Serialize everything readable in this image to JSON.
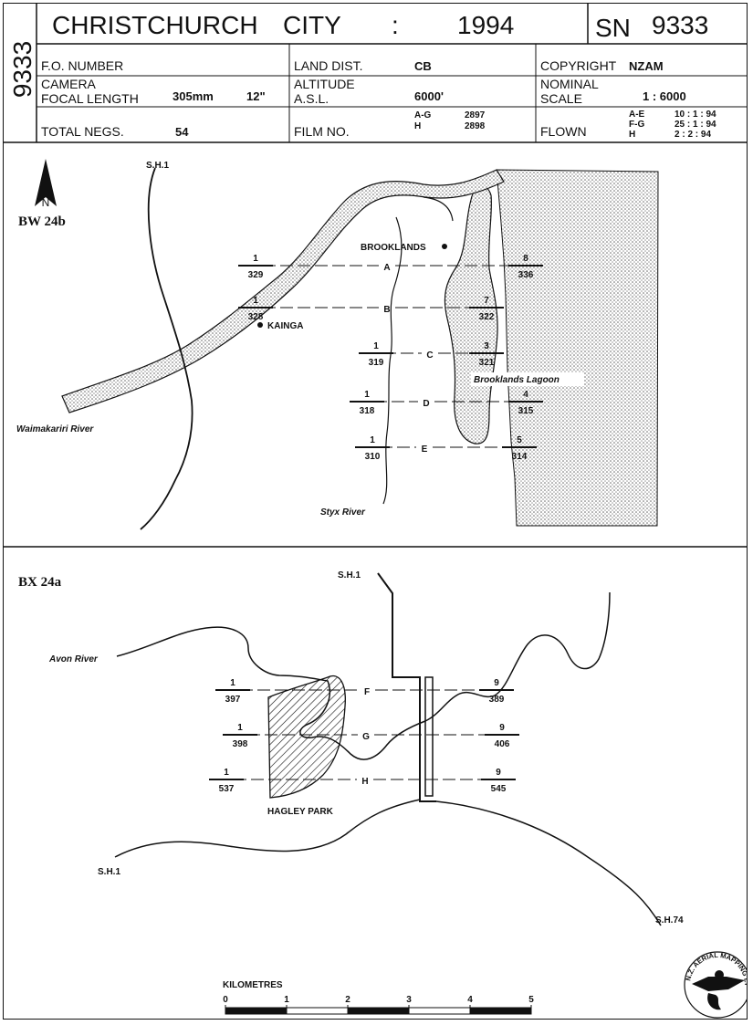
{
  "header": {
    "side_code": "9333",
    "title_place": "CHRISTCHURCH",
    "title_city": "CITY",
    "title_colon": ":",
    "title_year": "1994",
    "sn_label": "SN",
    "sn_value": "9333",
    "fo_number_label": "F.O. NUMBER",
    "land_dist_label": "LAND DIST.",
    "land_dist_value": "CB",
    "copyright_label": "COPYRIGHT",
    "copyright_value": "NZAM",
    "camera_label_1": "CAMERA",
    "camera_label_2": "FOCAL LENGTH",
    "focal_mm": "305mm",
    "focal_in": "12\"",
    "altitude_label_1": "ALTITUDE",
    "altitude_label_2": "A.S.L.",
    "altitude_value": "6000'",
    "nominal_label_1": "NOMINAL",
    "nominal_label_2": "SCALE",
    "scale_value": "1 : 6000",
    "total_negs_label": "TOTAL NEGS.",
    "total_negs_value": "54",
    "film_no_label": "FILM NO.",
    "film": [
      {
        "runs": "A-G",
        "number": "2897"
      },
      {
        "runs": "H",
        "number": "2898"
      }
    ],
    "flown_label": "FLOWN",
    "flown": [
      {
        "runs": "A-E",
        "date": "10 : 1 : 94"
      },
      {
        "runs": "F-G",
        "date": "25 : 1 : 94"
      },
      {
        "runs": "H",
        "date": "2 : 2 : 94"
      }
    ]
  },
  "map_top": {
    "code": "BW 24b",
    "north": "N",
    "road": "S.H.1",
    "places": {
      "brooklands": "BROOKLANDS",
      "kainga": "KAINGA"
    },
    "features": {
      "lagoon": "Brooklands Lagoon",
      "waimakariri": "Waimakariri River",
      "styx": "Styx River"
    },
    "runs": [
      {
        "letter": "A",
        "start_top": "1",
        "start_bottom": "329",
        "end_top": "8",
        "end_bottom": "336"
      },
      {
        "letter": "B",
        "start_top": "1",
        "start_bottom": "328",
        "end_top": "7",
        "end_bottom": "322"
      },
      {
        "letter": "C",
        "start_top": "1",
        "start_bottom": "319",
        "end_top": "3",
        "end_bottom": "321"
      },
      {
        "letter": "D",
        "start_top": "1",
        "start_bottom": "318",
        "end_top": "4",
        "end_bottom": "315"
      },
      {
        "letter": "E",
        "start_top": "1",
        "start_bottom": "310",
        "end_top": "5",
        "end_bottom": "314"
      }
    ]
  },
  "map_bottom": {
    "code": "BX 24a",
    "road_top": "S.H.1",
    "road_left": "S.H.1",
    "road_right": "S.H.74",
    "river": "Avon River",
    "park": "HAGLEY PARK",
    "runs": [
      {
        "letter": "F",
        "start_top": "1",
        "start_bottom": "397",
        "end_top": "9",
        "end_bottom": "389"
      },
      {
        "letter": "G",
        "start_top": "1",
        "start_bottom": "398",
        "end_top": "9",
        "end_bottom": "406"
      },
      {
        "letter": "H",
        "start_top": "1",
        "start_bottom": "537",
        "end_top": "9",
        "end_bottom": "545"
      }
    ]
  },
  "scale_bar": {
    "title": "KILOMETRES",
    "ticks": [
      "0",
      "1",
      "2",
      "3",
      "4",
      "5"
    ]
  },
  "logo": {
    "text": "N.Z. AERIAL MAPPING LTD."
  }
}
